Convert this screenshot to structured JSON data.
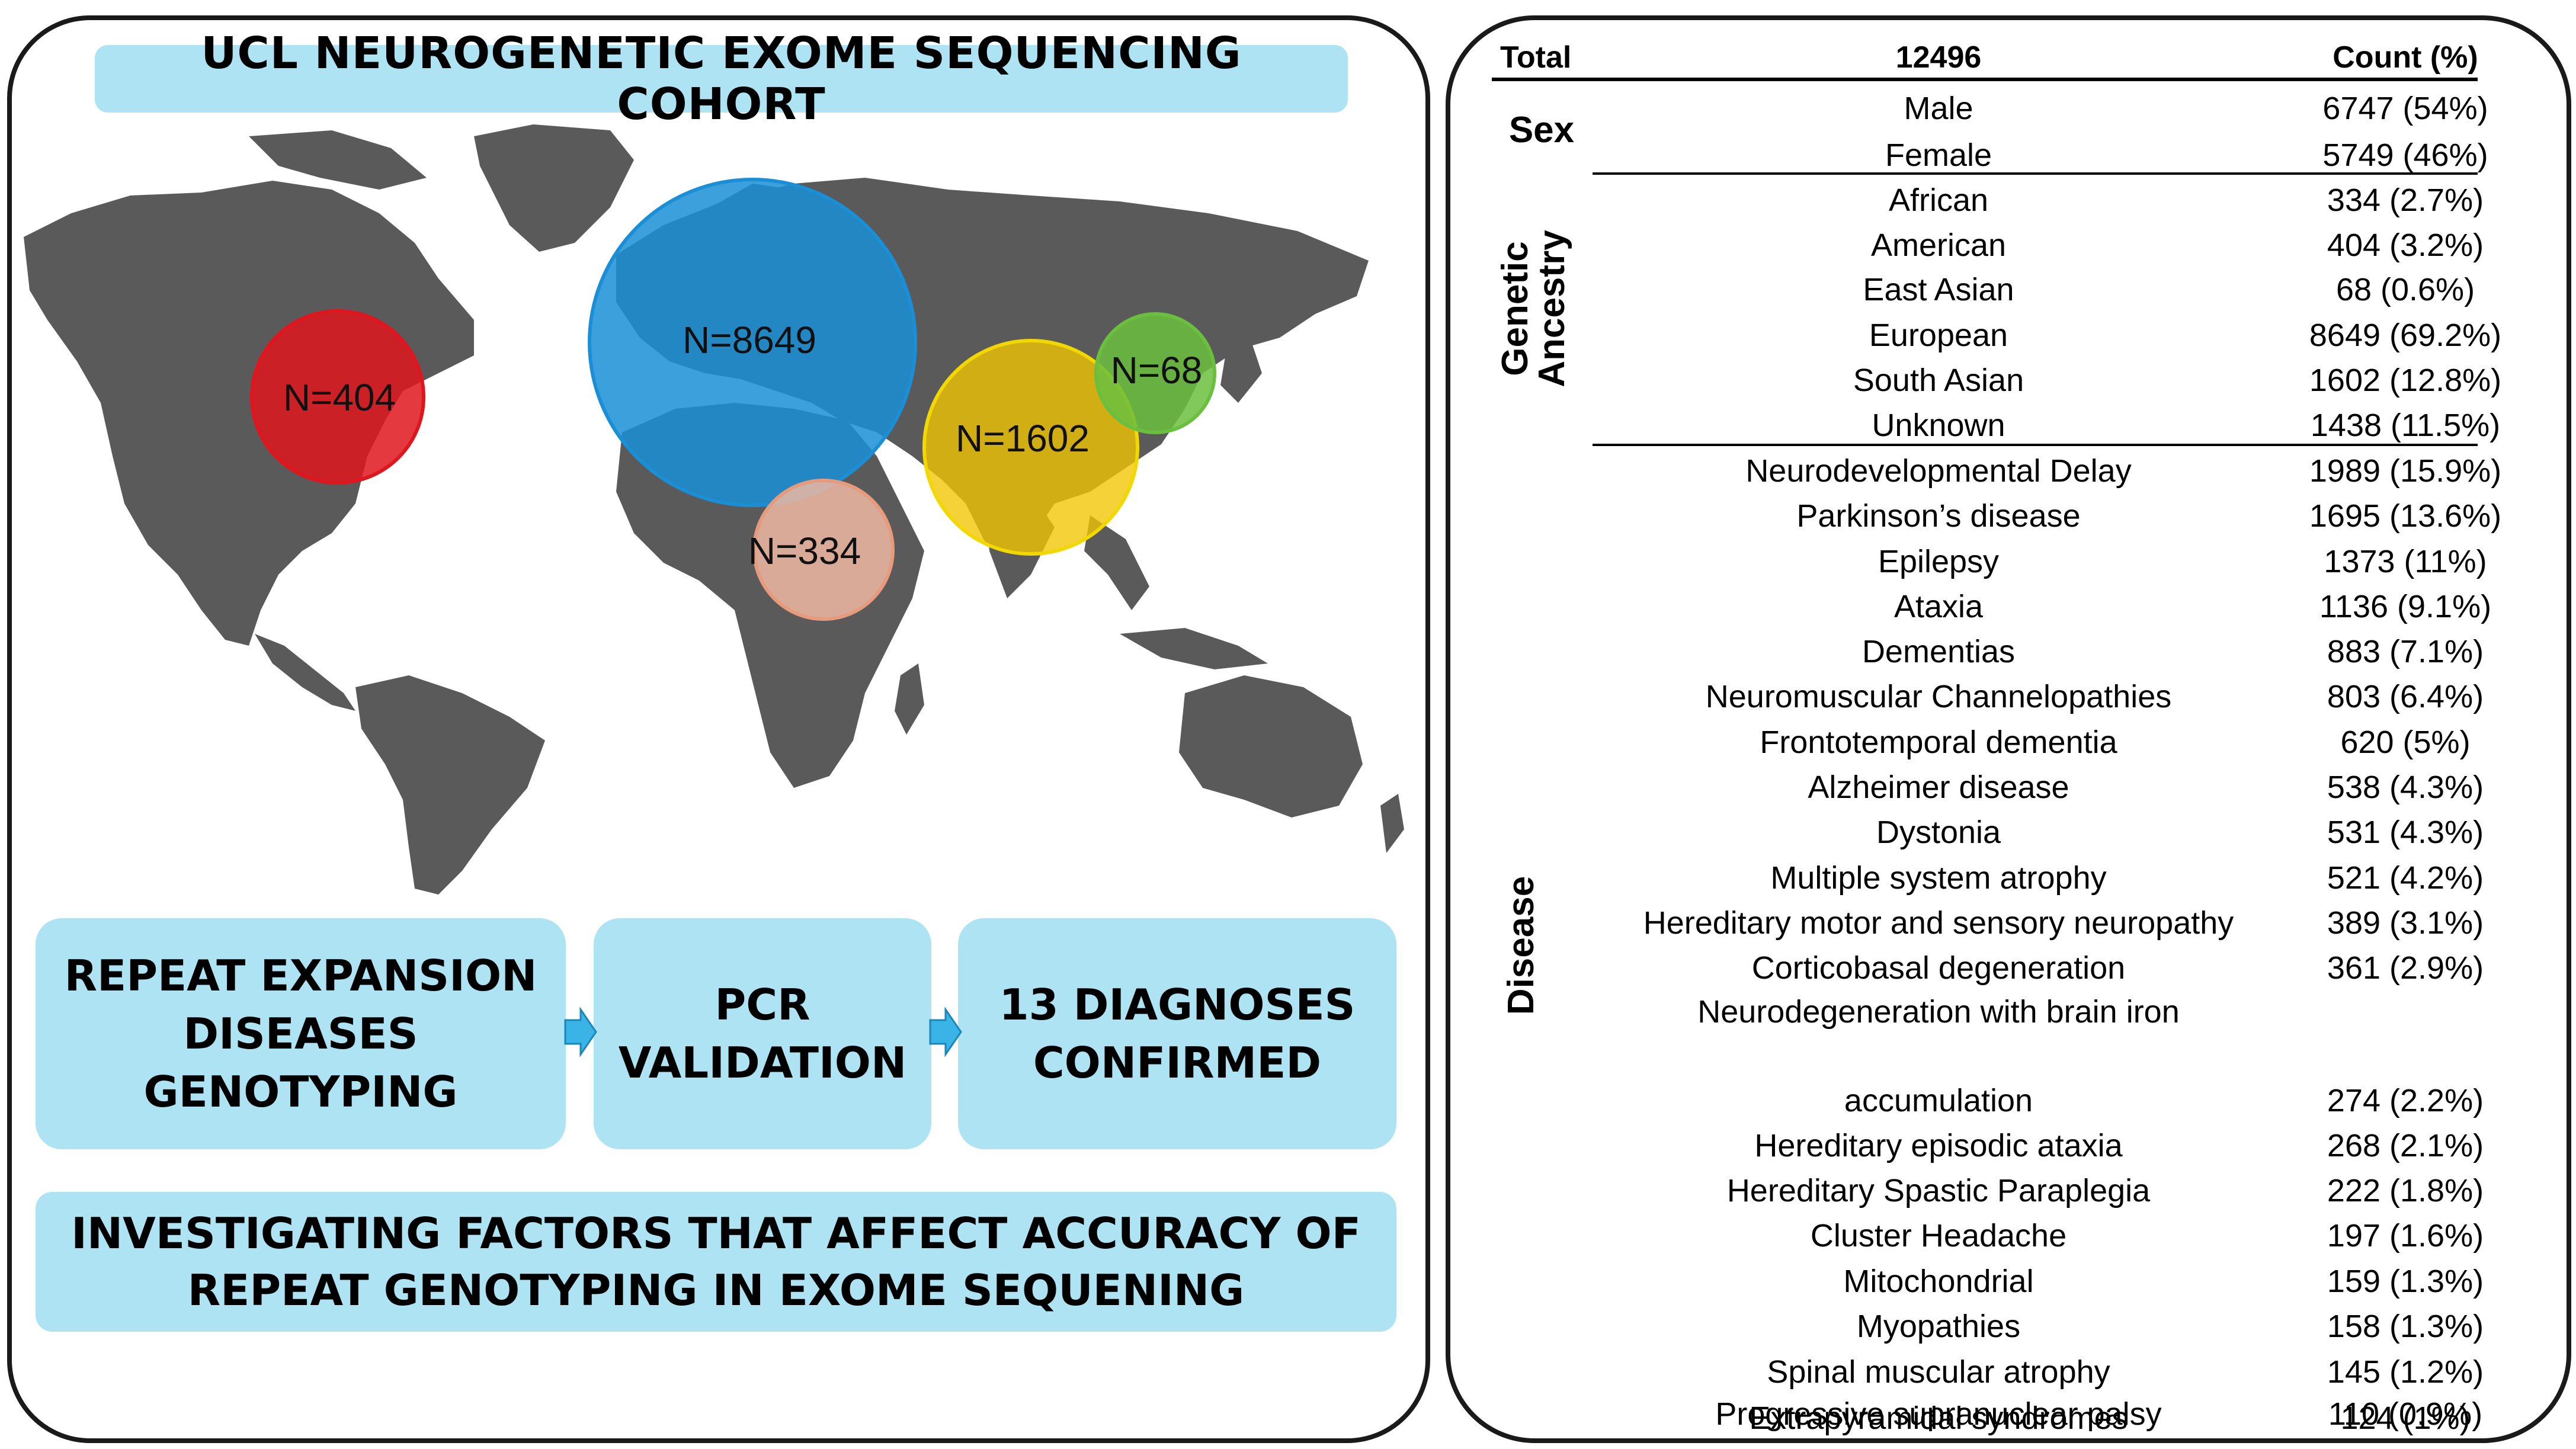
{
  "title": "UCL NEUROGENETIC EXOME SEQUENCING COHORT",
  "map_circles": [
    {
      "label": "N=404",
      "color": "#e0161f"
    },
    {
      "label": "N=8649",
      "color": "#1a8fd6"
    },
    {
      "label": "N=334",
      "color": "#eeb9a2"
    },
    {
      "label": "N=1602",
      "color": "#f2c500"
    },
    {
      "label": "N=68",
      "color": "#6bbf3e"
    }
  ],
  "workflow": {
    "step1": [
      "REPEAT EXPANSION",
      "DISEASES",
      "GENOTYPING"
    ],
    "step2": [
      "PCR",
      "VALIDATION"
    ],
    "step3": [
      "13 DIAGNOSES",
      "CONFIRMED"
    ],
    "arrow_icon": "right-arrow-icon",
    "arrow_color": "#3ab4e6"
  },
  "bottom_banner": [
    "INVESTIGATING FACTORS THAT AFFECT ACCURACY OF",
    "REPEAT GENOTYPING IN EXOME SEQUENING"
  ],
  "table": {
    "header": {
      "total_label": "Total",
      "total_value": "12496",
      "count_label": "Count (%)"
    },
    "groups": {
      "sex": "Sex",
      "ancestry_line1": "Genetic",
      "ancestry_line2": "Ancestry",
      "disease": "Disease"
    },
    "rows": [
      {
        "label": "Male",
        "count": "6747 (54%)"
      },
      {
        "label": "Female",
        "count": "5749 (46%)"
      },
      {
        "label": "African",
        "count": "334 (2.7%)"
      },
      {
        "label": "American",
        "count": "404 (3.2%)"
      },
      {
        "label": "East Asian",
        "count": "68 (0.6%)"
      },
      {
        "label": "European",
        "count": "8649 (69.2%)"
      },
      {
        "label": "South Asian",
        "count": "1602 (12.8%)"
      },
      {
        "label": "Unknown",
        "count": "1438 (11.5%)"
      },
      {
        "label": "Neurodevelopmental Delay",
        "count": "1989 (15.9%)"
      },
      {
        "label": "Parkinson’s disease",
        "count": "1695 (13.6%)"
      },
      {
        "label": "Epilepsy",
        "count": "1373 (11%)"
      },
      {
        "label": "Ataxia",
        "count": "1136 (9.1%)"
      },
      {
        "label": "Dementias",
        "count": "883 (7.1%)"
      },
      {
        "label": "Neuromuscular Channelopathies",
        "count": "803 (6.4%)"
      },
      {
        "label": "Frontotemporal dementia",
        "count": "620 (5%)"
      },
      {
        "label": "Alzheimer disease",
        "count": "538 (4.3%)"
      },
      {
        "label": "Dystonia",
        "count": "531 (4.3%)"
      },
      {
        "label": "Multiple system atrophy",
        "count": "521 (4.2%)"
      },
      {
        "label": "Hereditary motor and sensory neuropathy",
        "count": "389 (3.1%)"
      },
      {
        "label": "Corticobasal degeneration",
        "count": "361 (2.9%)"
      },
      {
        "label": "Neurodegeneration with brain iron",
        "label2": "accumulation",
        "count": "274 (2.2%)"
      },
      {
        "label": "Hereditary episodic ataxia",
        "count": "268 (2.1%)"
      },
      {
        "label": "Hereditary Spastic Paraplegia",
        "count": "222 (1.8%)"
      },
      {
        "label": "Cluster Headache",
        "count": "197 (1.6%)"
      },
      {
        "label": "Mitochondrial",
        "count": "159 (1.3%)"
      },
      {
        "label": "Myopathies",
        "count": "158 (1.3%)"
      },
      {
        "label": "Spinal muscular atrophy",
        "count": "145 (1.2%)"
      },
      {
        "label": "Extrapyramidal syndromes",
        "count": "124 (1%)"
      },
      {
        "label": "Progressive supranuclear palsy",
        "count": "110 (0.9%)"
      }
    ]
  }
}
